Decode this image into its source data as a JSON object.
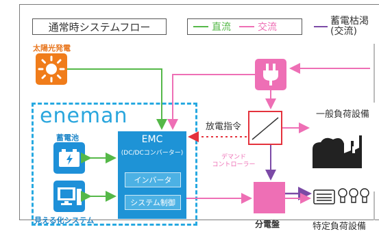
{
  "title": "通常時システムフロー",
  "legend": {
    "dc": "直流",
    "ac": "交流",
    "storage_line1": "蓄電枯渇",
    "storage_line2": "(交流)",
    "dc_color": "#55b848",
    "ac_color": "#ee6fb5",
    "storage_color": "#7b4aa6"
  },
  "solar": {
    "label": "太陽光発電",
    "icon": "sun-icon",
    "color": "#f07c1a"
  },
  "eneman": {
    "brand": "eneman",
    "battery_label": "蓄電池",
    "system_label": "見える化システム",
    "battery_icon": "battery-icon",
    "monitor_icon": "monitor-icon",
    "accent": "#1e93d6"
  },
  "emc": {
    "title": "EMC",
    "subtitle": "(DC/DCコンバーター)",
    "inverter": "インバータ",
    "system_control": "システム制御"
  },
  "grid": {
    "icon": "plug-icon"
  },
  "discharge_command": "放電指令",
  "demand_controller": {
    "line1": "デマンド",
    "line2": "コントローラー"
  },
  "distribution_panel": "分電盤",
  "general_load": "一般負荷設備",
  "specific_load": "特定負荷設備"
}
